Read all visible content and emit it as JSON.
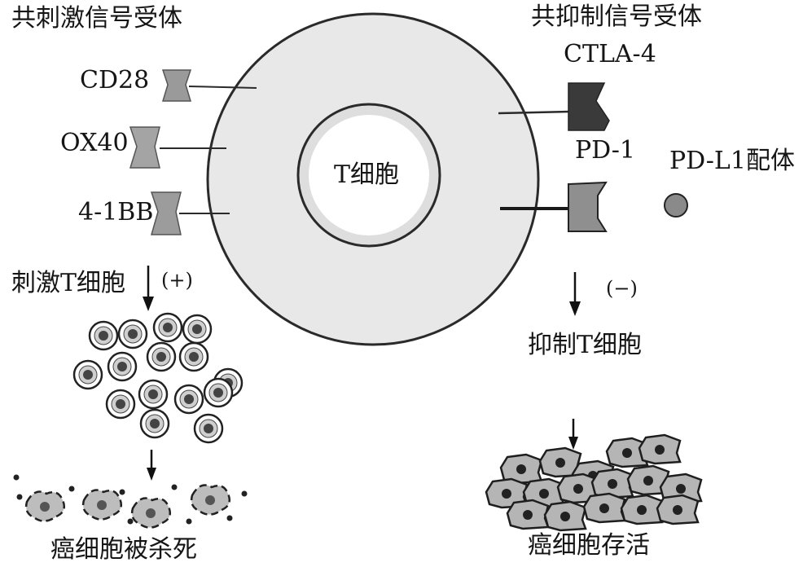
{
  "costim": {
    "title": "共刺激信号受体",
    "receptors": [
      "CD28",
      "OX40",
      "4-1BB"
    ],
    "effect": "刺激T细胞",
    "sign": "(+)",
    "result": "癌细胞被杀死"
  },
  "coinhib": {
    "title": "共抑制信号受体",
    "receptors": [
      "CTLA-4",
      "PD-1"
    ],
    "ligand": "PD-L1配体",
    "sign": "(−)",
    "effect": "抑制T细胞",
    "result": "癌细胞存活"
  },
  "center": {
    "label": "T细胞"
  },
  "colors": {
    "outer_cell": "#e6e6e6",
    "nucleus": "#dcdcdc",
    "receptor_light": "#9a9a9a",
    "ctla4": "#3a3a3a",
    "pd1": "#8f8f8f",
    "ligand": "#8a8a8a"
  }
}
